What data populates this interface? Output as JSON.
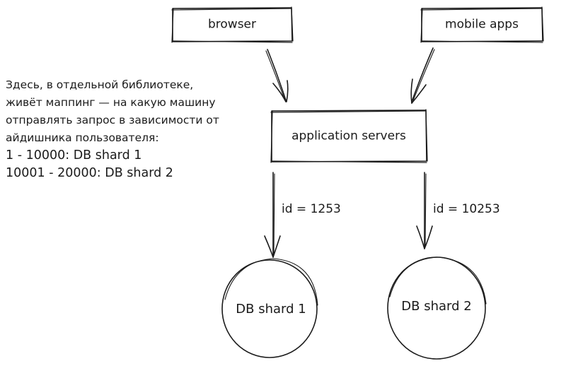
{
  "nodes": {
    "browser": "browser",
    "mobile_apps": "mobile apps",
    "application_servers": "application servers",
    "db_shard_1": "DB shard 1",
    "db_shard_2": "DB shard 2"
  },
  "edges": {
    "to_shard_1": "id = 1253",
    "to_shard_2": "id = 10253"
  },
  "note": {
    "lines": [
      "Здесь, в отдельной библиотеке,",
      "живёт маппинг — на какую машину",
      "отправлять запрос в зависимости от",
      "айдишника пользователя:",
      "1 - 10000: DB shard 1",
      "10001 - 20000: DB shard 2"
    ]
  },
  "colors": {
    "ink": "#1b1b1b",
    "background": "#ffffff"
  }
}
